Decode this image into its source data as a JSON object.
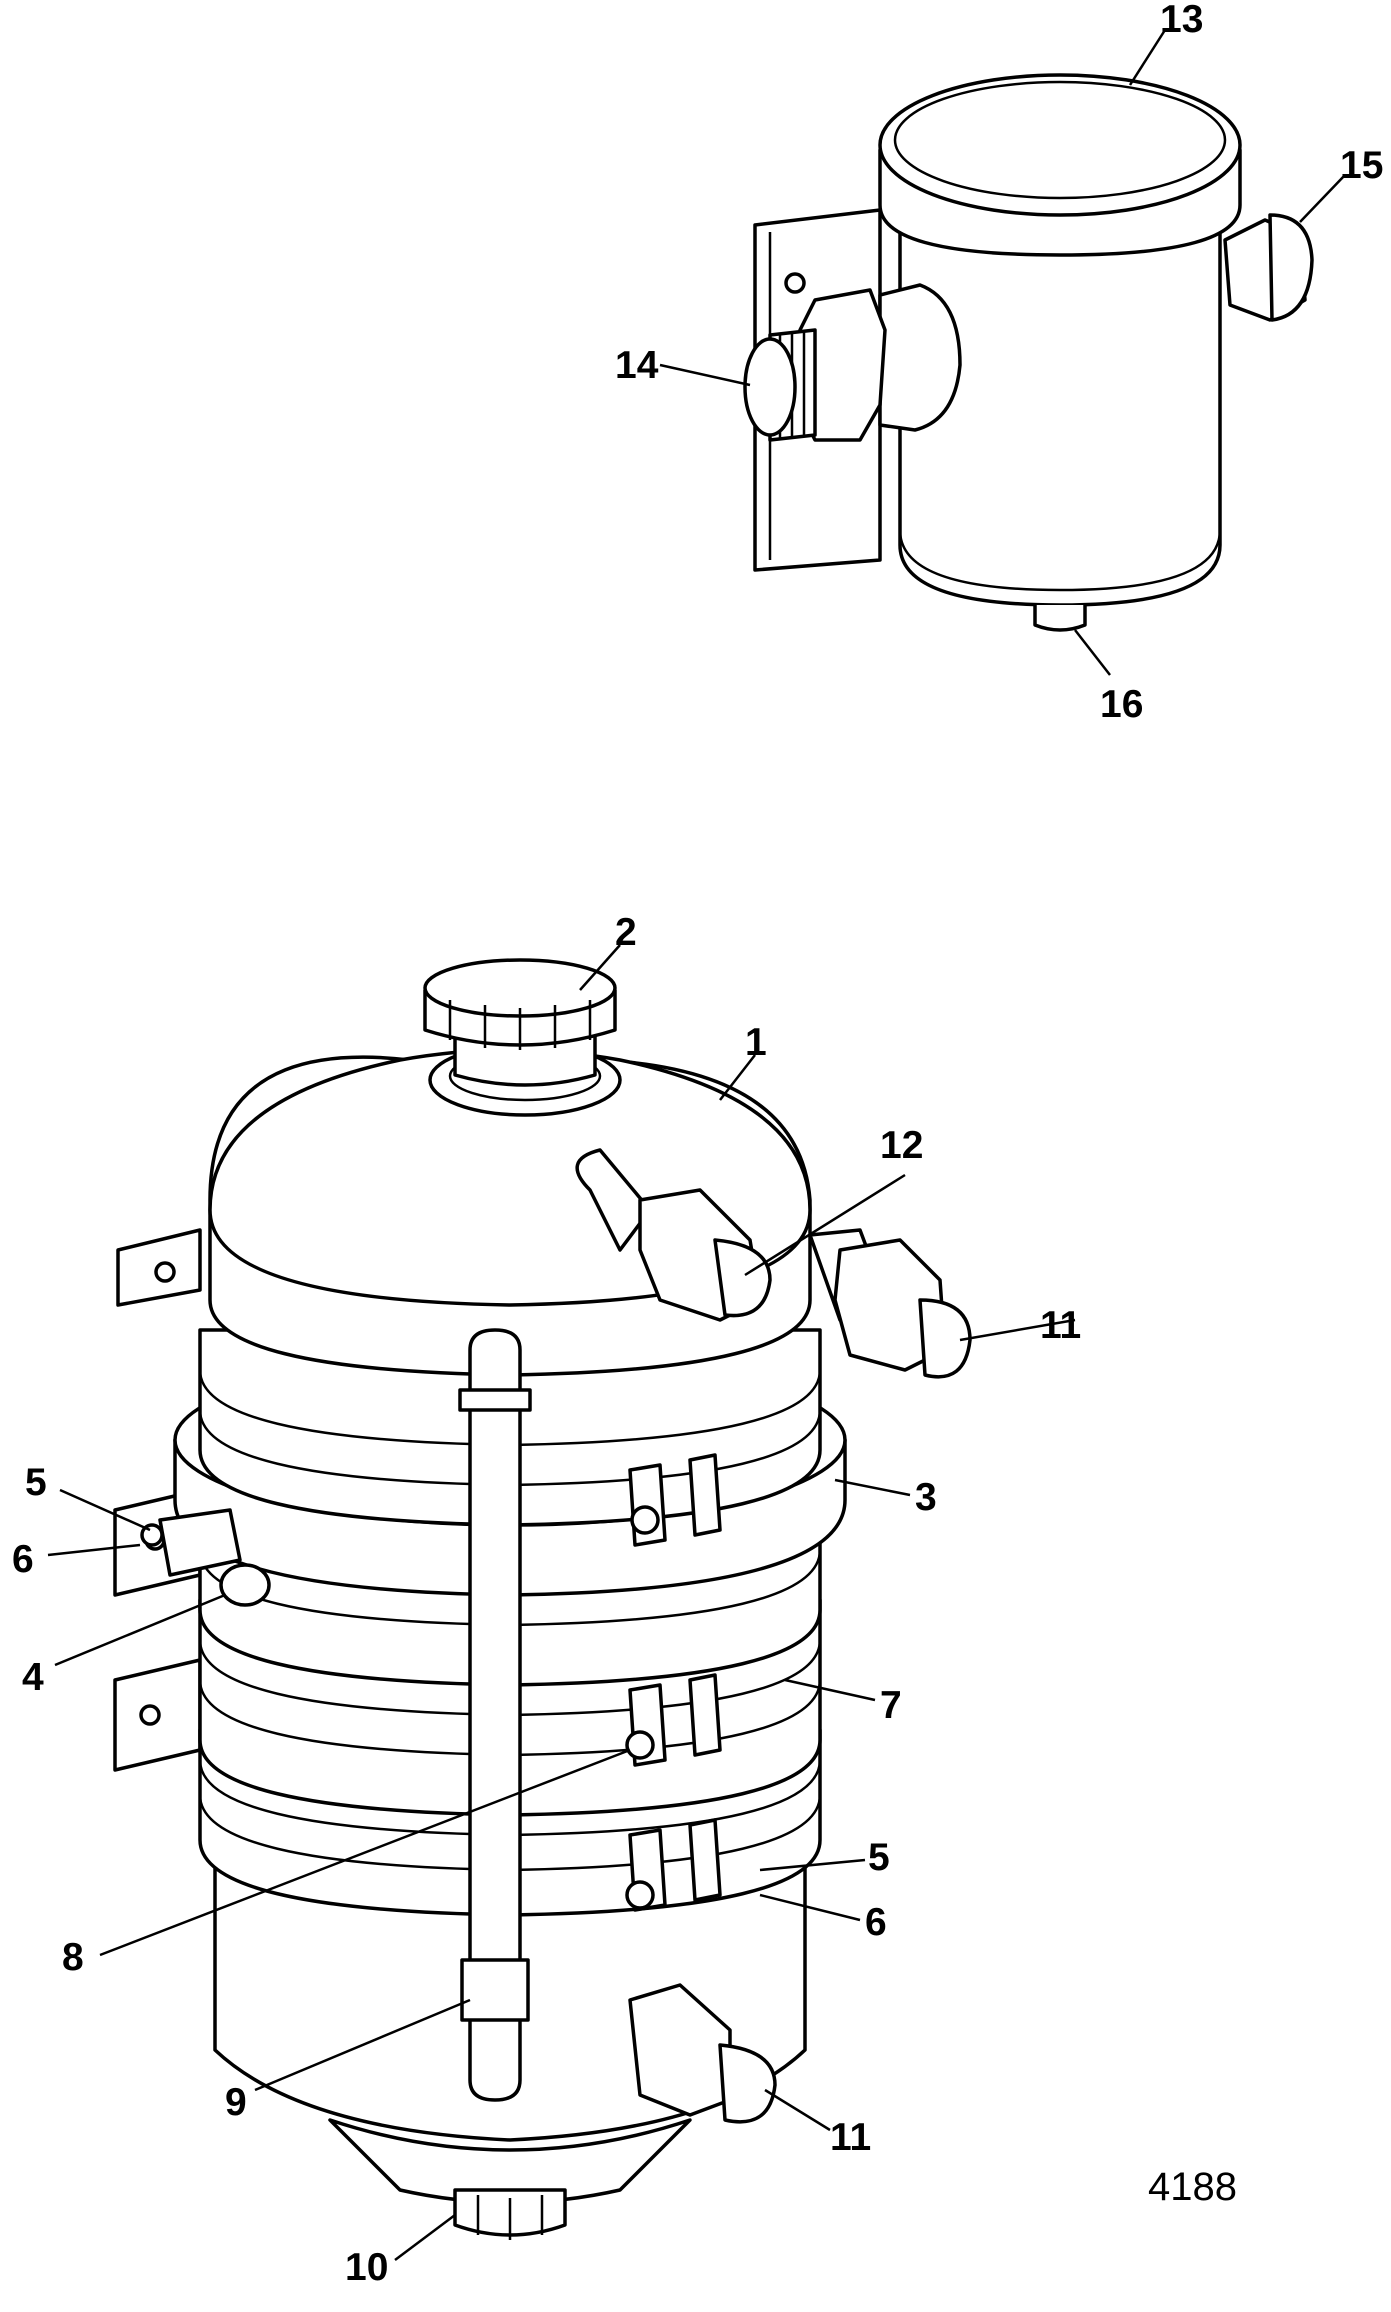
{
  "diagram": {
    "figure_number": "4188",
    "callouts": [
      "1",
      "2",
      "3",
      "4",
      "5",
      "6",
      "7",
      "8",
      "9",
      "10",
      "11",
      "12",
      "13",
      "14",
      "15",
      "16",
      "5",
      "6",
      "11"
    ]
  }
}
